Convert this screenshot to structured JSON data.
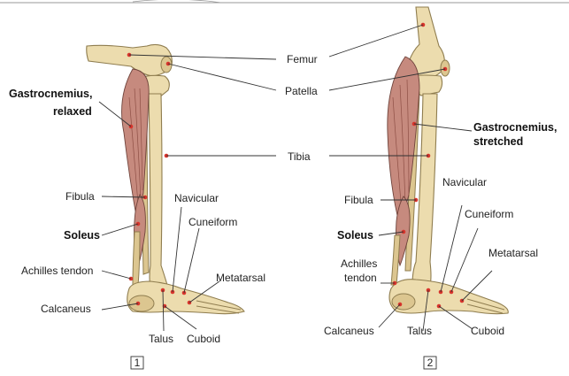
{
  "colors": {
    "bone": "#ecdcae",
    "bone_outline": "#8f7d4f",
    "muscle": "#c68a7e",
    "marker": "#d8342c",
    "leader_line": "#333333"
  },
  "shared_labels": {
    "femur": "Femur",
    "patella": "Patella",
    "tibia": "Tibia"
  },
  "panel1": {
    "number": "1",
    "gastrocnemius_line1": "Gastrocnemius,",
    "gastrocnemius_line2": "relaxed",
    "fibula": "Fibula",
    "soleus": "Soleus",
    "achilles": "Achilles tendon",
    "calcaneus": "Calcaneus",
    "talus": "Talus",
    "navicular": "Navicular",
    "cuneiform": "Cuneiform",
    "metatarsal": "Metatarsal",
    "cuboid": "Cuboid"
  },
  "panel2": {
    "number": "2",
    "gastrocnemius_line1": "Gastrocnemius,",
    "gastrocnemius_line2": "stretched",
    "fibula": "Fibula",
    "soleus": "Soleus",
    "achilles_line1": "Achilles",
    "achilles_line2": "tendon",
    "calcaneus": "Calcaneus",
    "talus": "Talus",
    "navicular": "Navicular",
    "cuneiform": "Cuneiform",
    "metatarsal": "Metatarsal",
    "cuboid": "Cuboid"
  }
}
